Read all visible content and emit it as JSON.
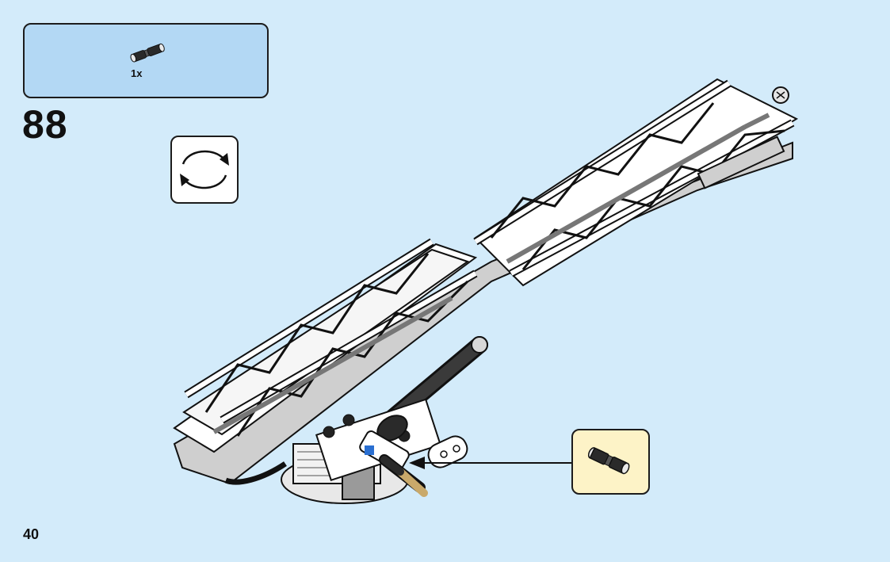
{
  "parts_list": {
    "items": [
      {
        "icon": "axle-pin-icon",
        "quantity": "1x"
      }
    ]
  },
  "step": {
    "number": "88"
  },
  "rotate_indicator": {
    "icon": "rotate-model-icon"
  },
  "callout": {
    "icon": "axle-pin-icon"
  },
  "page": {
    "number": "40"
  },
  "colors": {
    "background": "#d3ebfa",
    "parts_box": "#b3d8f4",
    "callout_box": "#fdf3c7",
    "outline": "#1c1c1c"
  }
}
